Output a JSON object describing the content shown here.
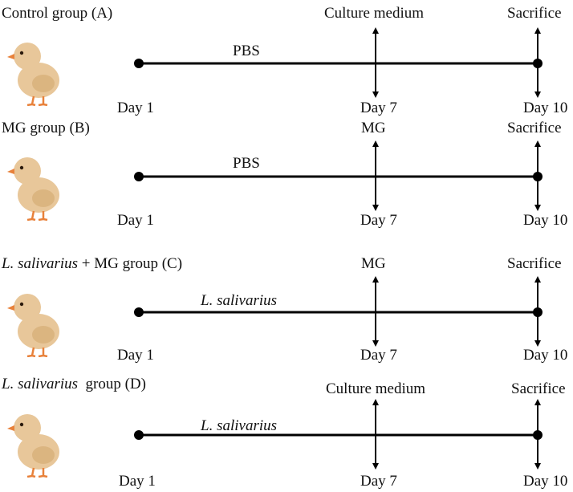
{
  "groups": [
    {
      "title_italic": "",
      "title_rest": "Control group (A)",
      "treatment": "PBS",
      "treatment_italic": false,
      "day7_label": "Culture medium",
      "day10_label": "Sacrifice",
      "day_start": "Day 1",
      "day_mid": "Day 7",
      "day_end": "Day 10"
    },
    {
      "title_italic": "",
      "title_rest": "MG group (B)",
      "treatment": "PBS",
      "treatment_italic": false,
      "day7_label": "MG",
      "day10_label": "Sacrifice",
      "day_start": "Day 1",
      "day_mid": "Day 7",
      "day_end": "Day 10"
    },
    {
      "title_italic": "L. salivarius",
      "title_rest": " + MG group (C)",
      "treatment": "L. salivarius",
      "treatment_italic": true,
      "day7_label": "MG",
      "day10_label": "Sacrifice",
      "day_start": "Day 1",
      "day_mid": "Day 7",
      "day_end": "Day 10"
    },
    {
      "title_italic": "L. salivarius",
      "title_rest": "  group (D)",
      "treatment": "L. salivarius",
      "treatment_italic": true,
      "day7_label": "Culture medium",
      "day10_label": "Sacrifice",
      "day_start": "Day 1",
      "day_mid": "Day 7",
      "day_end": "Day 10"
    }
  ],
  "colors": {
    "line": "#000000",
    "chick_body": "#e8c79a",
    "chick_shade": "#d2a86f",
    "chick_beak": "#e8813a",
    "chick_legs": "#e8813a"
  },
  "icons": {
    "chick": "chick-illustration"
  }
}
